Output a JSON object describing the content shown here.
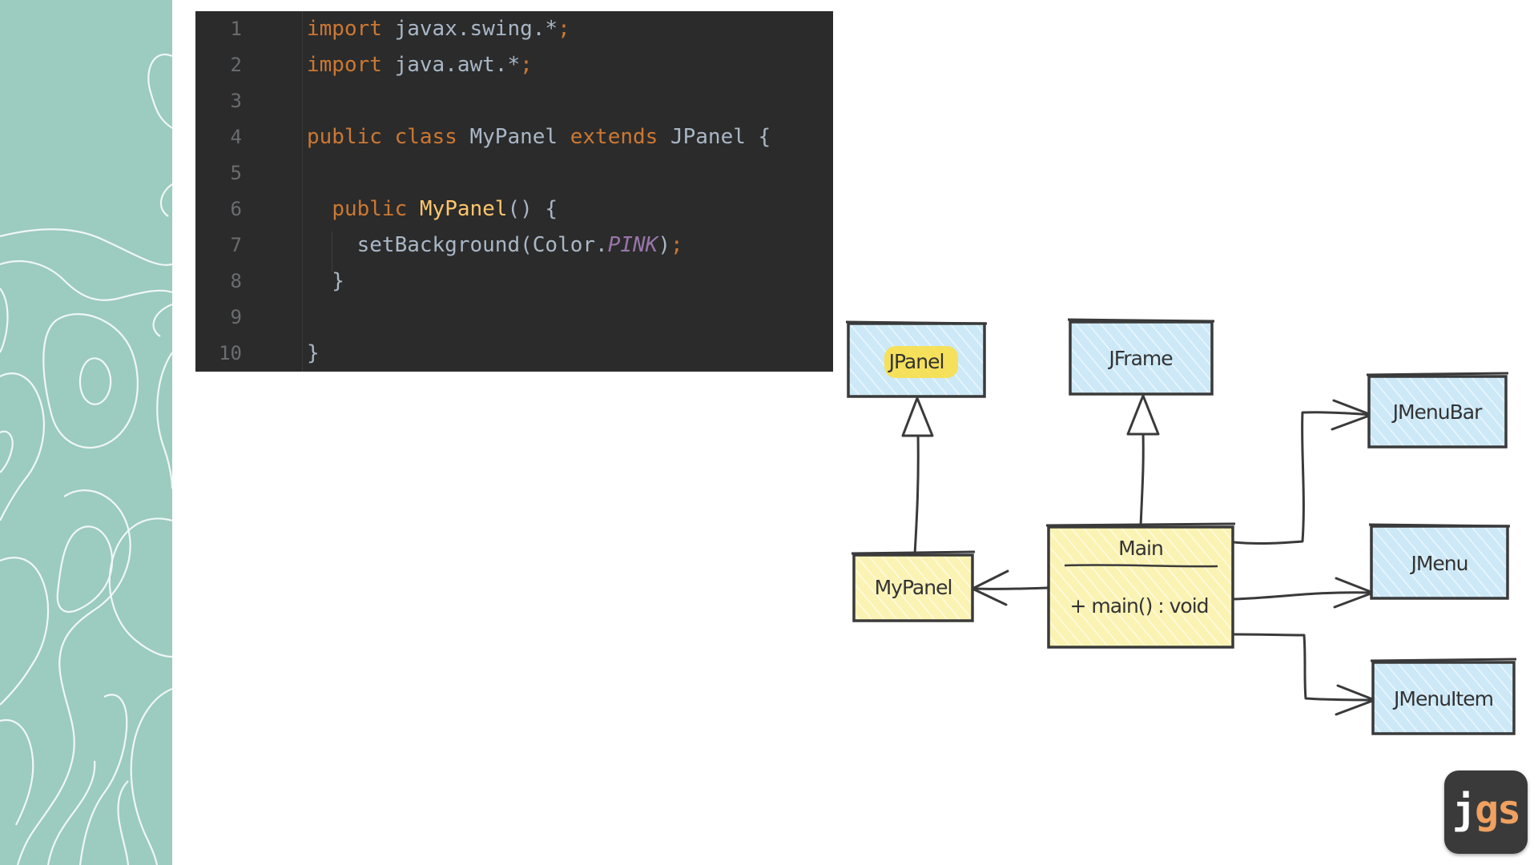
{
  "code_editor": {
    "lines": [
      {
        "number": "1",
        "tokens": [
          {
            "t": "import",
            "c": "kw"
          },
          {
            "t": " javax.swing.*",
            "c": "pl"
          },
          {
            "t": ";",
            "c": "kw"
          }
        ]
      },
      {
        "number": "2",
        "tokens": [
          {
            "t": "import",
            "c": "kw"
          },
          {
            "t": " java.awt.*",
            "c": "pl"
          },
          {
            "t": ";",
            "c": "kw"
          }
        ]
      },
      {
        "number": "3",
        "tokens": []
      },
      {
        "number": "4",
        "tokens": [
          {
            "t": "public class",
            "c": "kw"
          },
          {
            "t": " MyPanel ",
            "c": "pl"
          },
          {
            "t": "extends",
            "c": "kw"
          },
          {
            "t": " JPanel {",
            "c": "pl"
          }
        ]
      },
      {
        "number": "5",
        "tokens": []
      },
      {
        "number": "6",
        "tokens": [
          {
            "t": "  ",
            "c": "pl"
          },
          {
            "t": "public",
            "c": "kw"
          },
          {
            "t": " ",
            "c": "pl"
          },
          {
            "t": "MyPanel",
            "c": "fn"
          },
          {
            "t": "() {",
            "c": "pl"
          }
        ]
      },
      {
        "number": "7",
        "tokens": [
          {
            "t": "    setBackground(Color.",
            "c": "pl"
          },
          {
            "t": "PINK",
            "c": "cn"
          },
          {
            "t": ")",
            "c": "pl"
          },
          {
            "t": ";",
            "c": "kw"
          }
        ]
      },
      {
        "number": "8",
        "tokens": [
          {
            "t": "  }",
            "c": "pl"
          }
        ]
      },
      {
        "number": "9",
        "tokens": []
      },
      {
        "number": "10",
        "tokens": [
          {
            "t": "}",
            "c": "pl"
          }
        ]
      }
    ]
  },
  "diagram": {
    "boxes": {
      "jpanel": "JPanel",
      "jframe": "JFrame",
      "jmenubar": "JMenuBar",
      "mypanel": "MyPanel",
      "main_title": "Main",
      "main_method": "+ main() : void",
      "jmenu": "JMenu",
      "jmenuitem": "JMenuItem"
    }
  },
  "logo": {
    "j": "j",
    "gs": "gs"
  },
  "colors": {
    "left_panel": "#9ccbc0",
    "editor_bg": "#2b2b2b",
    "keyword": "#cc7832",
    "function": "#ffc66d",
    "constant": "#9876aa",
    "plain": "#a9b7c6",
    "blue_box": "#cde9f8",
    "yellow_box": "#fbf3b3",
    "highlight": "#f9df4a"
  }
}
